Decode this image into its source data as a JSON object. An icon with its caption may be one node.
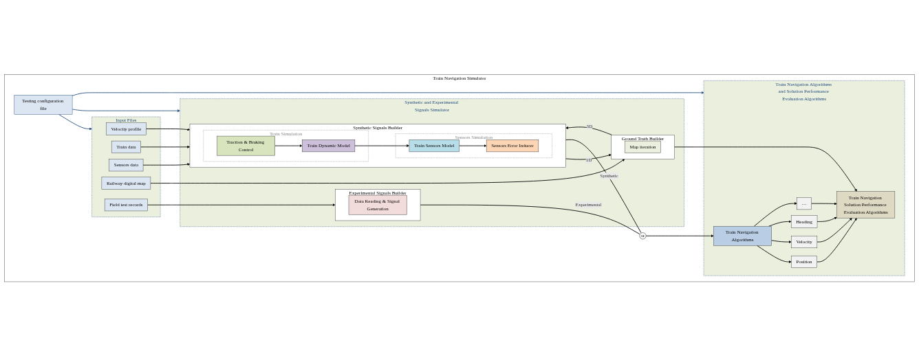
{
  "diagram": {
    "nodes": [
      {
        "text": [
          "Train Navigation Simulator"
        ]
      },
      {
        "text": [
          "Input Files"
        ],
        "in": 0
      },
      {
        "text": [
          "Velocity profile"
        ],
        "in": 1
      },
      {
        "text": [
          "Train data"
        ],
        "in": 1
      },
      {
        "text": [
          "Sensors data"
        ],
        "in": 1
      },
      {
        "text": [
          "Railway digital map"
        ],
        "in": 1
      },
      {
        "text": [
          "Field test records"
        ],
        "in": 1
      },
      {
        "text": [
          "Synthetic and Experimental Signals Simulator"
        ],
        "in": 0
      },
      {
        "text": [
          "Synthetic Signals Builder"
        ],
        "in": 7
      },
      {
        "text": [
          "Train Simulation"
        ],
        "in": 8
      },
      {
        "text": [
          "Traction & Braking Control"
        ],
        "in": 9
      },
      {
        "text": [
          "Train Dynamic Model"
        ],
        "in": 9
      },
      {
        "text": [
          "Sensors Simulation"
        ],
        "in": 8
      },
      {
        "text": [
          "Train Sensors Model"
        ],
        "in": 12
      },
      {
        "text": [
          "Sensors Error Inducer"
        ],
        "in": 12
      },
      {
        "text": [
          "Experimental Signals Builder"
        ],
        "in": 7
      },
      {
        "text": [
          "Data Reading & Signal Generation"
        ],
        "in": 15
      },
      {
        "text": [
          "Ground Truth Builder"
        ],
        "in": 7
      },
      {
        "text": [
          "Map iteration"
        ],
        "in": 17
      },
      {
        "text": [
          "or"
        ],
        "in": 0
      },
      {
        "text": [
          "Train Navigation Algorithms and Solution Performance Evaluation Algorithms"
        ],
        "in": 0
      },
      {
        "text": [
          "Train Navigation Algorithms"
        ],
        "in": 20
      },
      {
        "text": [
          "Position"
        ],
        "in": 20
      },
      {
        "text": [
          "Velocity"
        ],
        "in": 20
      },
      {
        "text": [
          "Heading"
        ],
        "in": 20
      },
      {
        "text": [
          "…"
        ],
        "in": 20
      },
      {
        "text": [
          "Train Navigation Solution Performance Evaluation Algorithms"
        ],
        "in": 20
      },
      {
        "text": [
          "Testing configuration file"
        ],
        "in": 0
      }
    ],
    "edges": [
      {
        "from": 2,
        "to": 8,
        "arrow": "to"
      },
      {
        "from": 3,
        "to": 8,
        "arrow": "to"
      },
      {
        "from": 4,
        "to": 8,
        "arrow": "to"
      },
      {
        "from": 5,
        "to": 17,
        "arrow": "to"
      },
      {
        "from": 6,
        "to": 15,
        "arrow": "to"
      },
      {
        "from": 10,
        "to": 11,
        "arrow": "to"
      },
      {
        "from": 11,
        "to": 13,
        "arrow": "to"
      },
      {
        "from": 13,
        "to": 14,
        "arrow": "to"
      },
      {
        "from": 8,
        "to": 17,
        "label": "1D",
        "arrow": "to"
      },
      {
        "from": 17,
        "to": 8,
        "label": "3D",
        "arrow": "to"
      },
      {
        "from": 17,
        "to": 26,
        "arrow": "to"
      },
      {
        "from": 8,
        "to": 19,
        "label": "Synthetic",
        "arrow": "none"
      },
      {
        "from": 15,
        "to": 19,
        "label": "Experimental",
        "arrow": "none"
      },
      {
        "from": 19,
        "to": 21,
        "arrow": "to"
      },
      {
        "from": 21,
        "to": 22,
        "arrow": "to"
      },
      {
        "from": 21,
        "to": 23,
        "arrow": "to"
      },
      {
        "from": 21,
        "to": 24,
        "arrow": "to"
      },
      {
        "from": 21,
        "to": 25,
        "arrow": "to"
      },
      {
        "from": 22,
        "to": 26,
        "arrow": "to"
      },
      {
        "from": 23,
        "to": 26,
        "arrow": "to"
      },
      {
        "from": 24,
        "to": 26,
        "arrow": "to"
      },
      {
        "from": 25,
        "to": 26,
        "arrow": "to"
      },
      {
        "from": 27,
        "to": 1,
        "arrow": "to",
        "color": "#1f497d"
      },
      {
        "from": 27,
        "to": 7,
        "arrow": "to",
        "color": "#1f497d"
      },
      {
        "from": 27,
        "to": 20,
        "arrow": "to",
        "color": "#1f497d"
      }
    ]
  }
}
